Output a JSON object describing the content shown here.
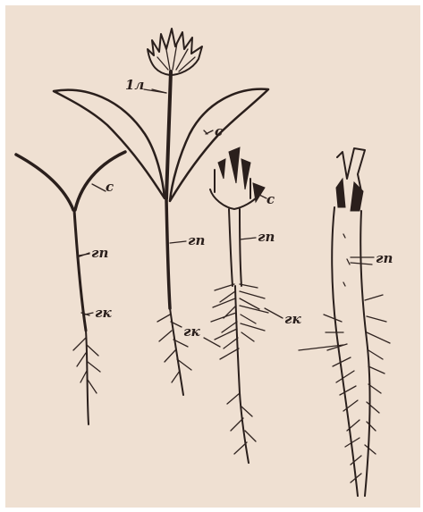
{
  "figure": {
    "background": "#efe0d2",
    "ink": "#2a1f1c",
    "labels": {
      "first_leaf": "1л",
      "cotyledon": "с",
      "hypocotyl": "гп",
      "root_collar": "гк"
    }
  }
}
